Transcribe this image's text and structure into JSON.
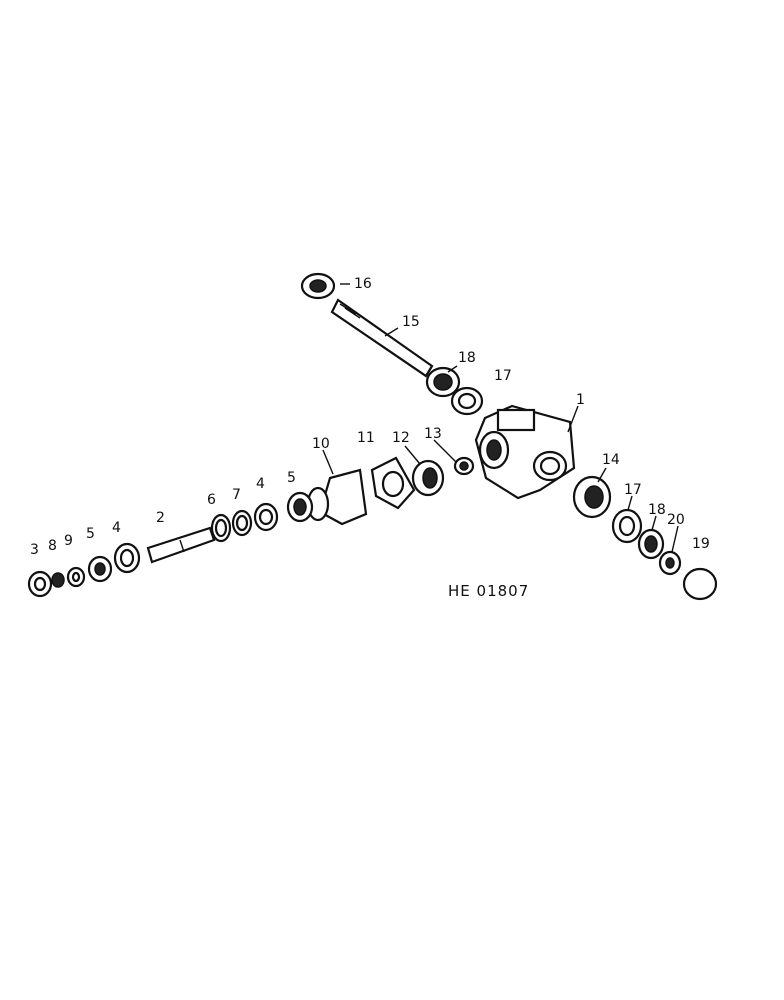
{
  "diagram_code": "HE 01807",
  "labels": {
    "l1": "1",
    "l2": "2",
    "l3": "3",
    "l4a": "4",
    "l4b": "4",
    "l5a": "5",
    "l5b": "5",
    "l6": "6",
    "l7": "7",
    "l8": "8",
    "l9": "9",
    "l10": "10",
    "l11": "11",
    "l12": "12",
    "l13": "13",
    "l14": "14",
    "l15": "15",
    "l16": "16",
    "l17a": "17",
    "l17b": "17",
    "l18a": "18",
    "l18b": "18",
    "l19": "19",
    "l20": "20"
  }
}
